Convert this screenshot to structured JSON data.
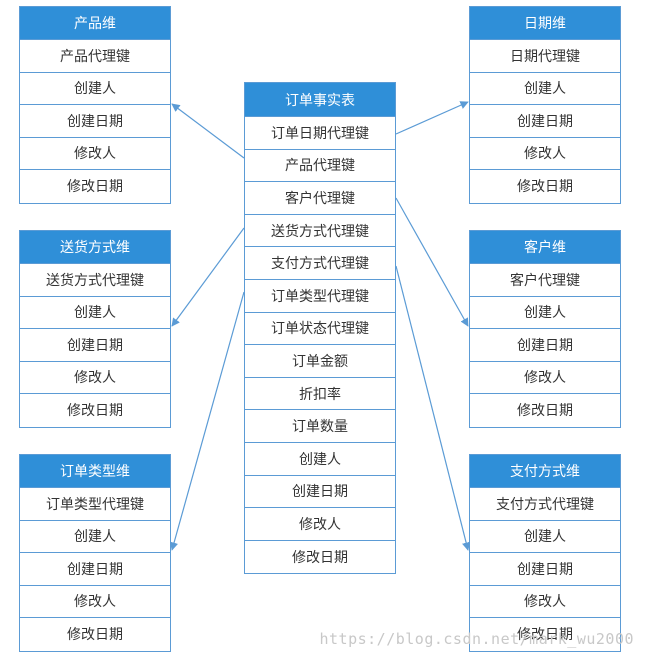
{
  "fact_table": {
    "title": "订单事实表",
    "fields": [
      "订单日期代理键",
      "产品代理键",
      "客户代理键",
      "送货方式代理键",
      "支付方式代理键",
      "订单类型代理键",
      "订单状态代理键",
      "订单金额",
      "折扣率",
      "订单数量",
      "创建人",
      "创建日期",
      "修改人",
      "修改日期"
    ]
  },
  "dimensions": {
    "product": {
      "title": "产品维",
      "fields": [
        "产品代理键",
        "创建人",
        "创建日期",
        "修改人",
        "修改日期"
      ]
    },
    "shipping": {
      "title": "送货方式维",
      "fields": [
        "送货方式代理键",
        "创建人",
        "创建日期",
        "修改人",
        "修改日期"
      ]
    },
    "ordertype": {
      "title": "订单类型维",
      "fields": [
        "订单类型代理键",
        "创建人",
        "创建日期",
        "修改人",
        "修改日期"
      ]
    },
    "date": {
      "title": "日期维",
      "fields": [
        "日期代理键",
        "创建人",
        "创建日期",
        "修改人",
        "修改日期"
      ]
    },
    "customer": {
      "title": "客户维",
      "fields": [
        "客户代理键",
        "创建人",
        "创建日期",
        "修改人",
        "修改日期"
      ]
    },
    "payment": {
      "title": "支付方式维",
      "fields": [
        "支付方式代理键",
        "创建人",
        "创建日期",
        "修改人",
        "修改日期"
      ]
    }
  },
  "watermark": "https://blog.csdn.net/mark_wu2000",
  "colors": {
    "header": "#2f8fd8",
    "border": "#5b9bd5",
    "connector": "#5b9bd5"
  }
}
